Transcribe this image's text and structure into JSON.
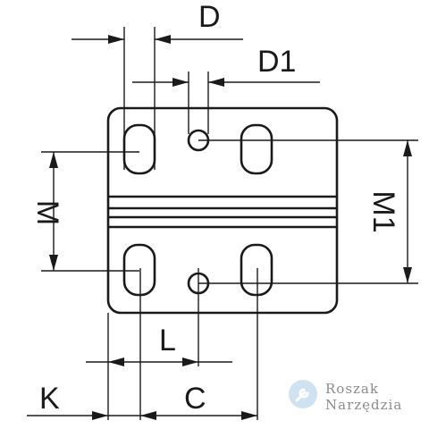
{
  "labels": {
    "D": "D",
    "D1": "D1",
    "M": "M",
    "M1": "M1",
    "L": "L",
    "K": "K",
    "C": "C"
  },
  "watermark": {
    "line1": "Roszak",
    "line2": "Narzędzia",
    "icon": "wrench-icon",
    "color": "#9bbfdc",
    "text_color": "#8a8a8a"
  }
}
